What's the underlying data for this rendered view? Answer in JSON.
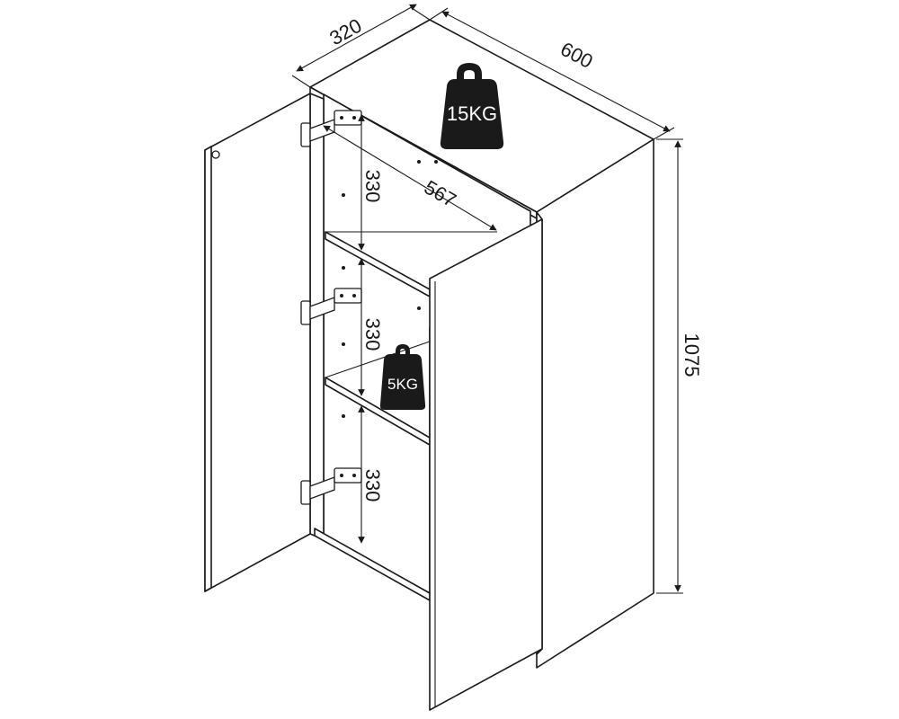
{
  "dimensions": {
    "depth": "320",
    "width": "600",
    "height": "1075",
    "inner_width": "567",
    "shelf_gap_top": "330",
    "shelf_gap_middle": "330",
    "shelf_gap_bottom": "330"
  },
  "load_limits": {
    "top_label": "15KG",
    "shelf_label": "5KG"
  },
  "colors": {
    "ink": "#1a1a1a",
    "weight_fill": "#1a1a1a",
    "background": "#ffffff"
  },
  "icons": [
    "weight-icon",
    "hinge-icon"
  ]
}
